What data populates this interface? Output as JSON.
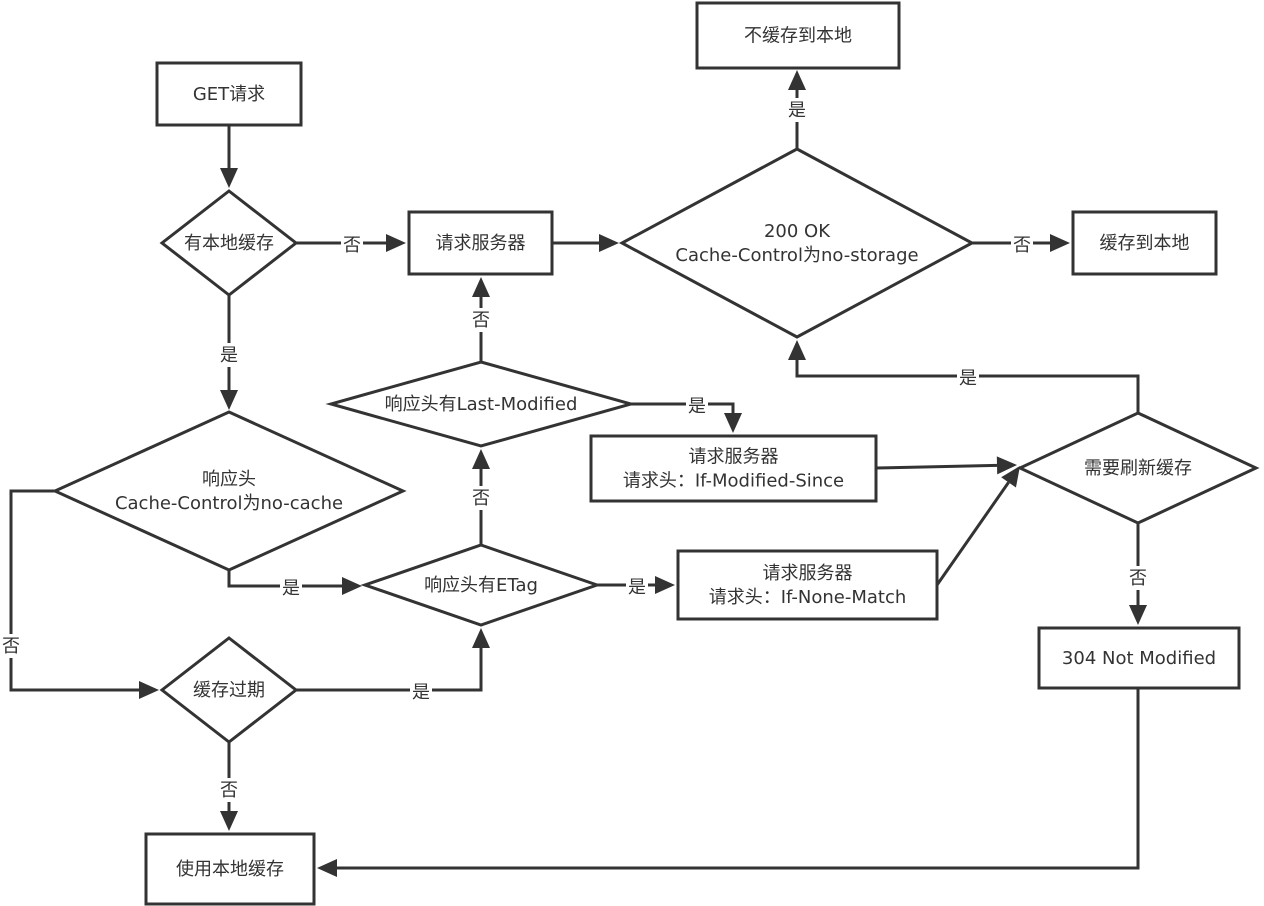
{
  "diagram": {
    "title": "HTTP 缓存流程图",
    "colors": {
      "stroke": "#333333",
      "fill": "#ffffff",
      "text": "#333333"
    },
    "nodes": {
      "get_request": {
        "type": "process",
        "lines": [
          "GET请求"
        ]
      },
      "has_local_cache": {
        "type": "decision",
        "lines": [
          "有本地缓存"
        ]
      },
      "request_server_1": {
        "type": "process",
        "lines": [
          "请求服务器"
        ]
      },
      "status_200_ok": {
        "type": "decision",
        "lines": [
          "200 OK",
          "Cache-Control为no-storage"
        ]
      },
      "no_cache_local": {
        "type": "process",
        "lines": [
          "不缓存到本地"
        ]
      },
      "cache_local": {
        "type": "process",
        "lines": [
          "缓存到本地"
        ]
      },
      "no_cache_header": {
        "type": "decision",
        "lines": [
          "响应头",
          "Cache-Control为no-cache"
        ]
      },
      "has_last_modified": {
        "type": "decision",
        "lines": [
          "响应头有Last-Modified"
        ]
      },
      "request_if_modified_since": {
        "type": "process",
        "lines": [
          "请求服务器",
          "请求头：If-Modified-Since"
        ]
      },
      "has_etag": {
        "type": "decision",
        "lines": [
          "响应头有ETag"
        ]
      },
      "request_if_none_match": {
        "type": "process",
        "lines": [
          "请求服务器",
          "请求头：If-None-Match"
        ]
      },
      "need_refresh": {
        "type": "decision",
        "lines": [
          "需要刷新缓存"
        ]
      },
      "not_modified_304": {
        "type": "process",
        "lines": [
          "304 Not Modified"
        ]
      },
      "cache_expired": {
        "type": "decision",
        "lines": [
          "缓存过期"
        ]
      },
      "use_local_cache": {
        "type": "process",
        "lines": [
          "使用本地缓存"
        ]
      }
    },
    "edges": [
      {
        "from": "get_request",
        "to": "has_local_cache",
        "label": ""
      },
      {
        "from": "has_local_cache",
        "to": "request_server_1",
        "label": "否"
      },
      {
        "from": "has_local_cache",
        "to": "no_cache_header",
        "label": "是"
      },
      {
        "from": "request_server_1",
        "to": "status_200_ok",
        "label": ""
      },
      {
        "from": "status_200_ok",
        "to": "no_cache_local",
        "label": "是"
      },
      {
        "from": "status_200_ok",
        "to": "cache_local",
        "label": "否"
      },
      {
        "from": "has_last_modified",
        "to": "request_server_1",
        "label": "否"
      },
      {
        "from": "has_last_modified",
        "to": "request_if_modified_since",
        "label": "是"
      },
      {
        "from": "request_if_modified_since",
        "to": "need_refresh",
        "label": ""
      },
      {
        "from": "no_cache_header",
        "to": "has_etag",
        "label": "是"
      },
      {
        "from": "no_cache_header",
        "to": "cache_expired",
        "label": "否"
      },
      {
        "from": "has_etag",
        "to": "has_last_modified",
        "label": "否"
      },
      {
        "from": "has_etag",
        "to": "request_if_none_match",
        "label": "是"
      },
      {
        "from": "request_if_none_match",
        "to": "need_refresh",
        "label": ""
      },
      {
        "from": "need_refresh",
        "to": "status_200_ok",
        "label": "是"
      },
      {
        "from": "need_refresh",
        "to": "not_modified_304",
        "label": "否"
      },
      {
        "from": "cache_expired",
        "to": "has_etag",
        "label": "是"
      },
      {
        "from": "cache_expired",
        "to": "use_local_cache",
        "label": "否"
      },
      {
        "from": "not_modified_304",
        "to": "use_local_cache",
        "label": ""
      }
    ]
  }
}
